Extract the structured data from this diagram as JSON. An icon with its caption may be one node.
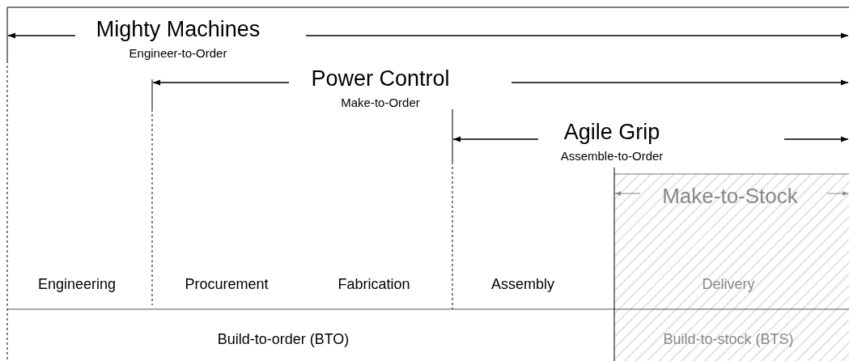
{
  "diagram": {
    "labels": [
      "Mighty Machines",
      "Engineer-to-Order",
      "Power Control",
      "Make-to-Order",
      "Agile Grip",
      "Assemble-to-Order",
      "Make-to-Stock",
      "Engineering",
      "Procurement",
      "Fabrication",
      "Assembly",
      "Delivery",
      "Build-to-order (BTO)",
      "Build-to-stock (BTS)"
    ]
  }
}
